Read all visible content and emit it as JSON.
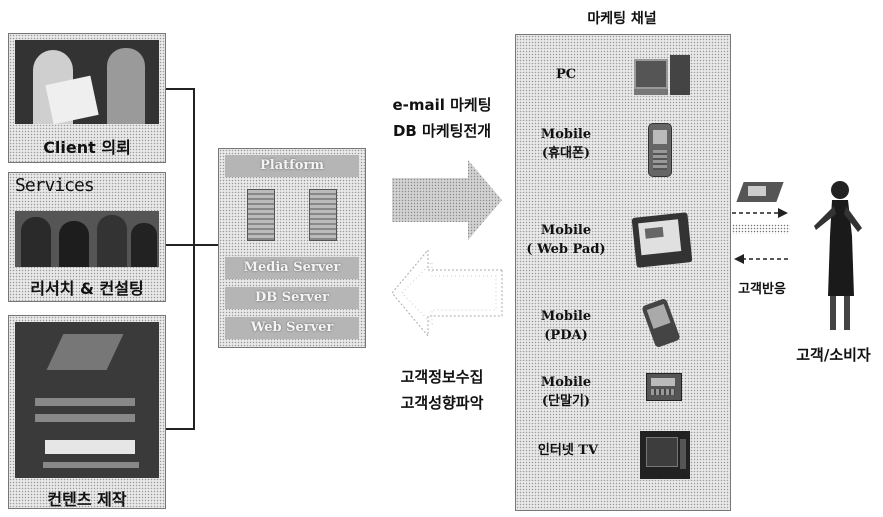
{
  "left": {
    "client_label": "Client 의뢰",
    "services_tag": "Services",
    "research_label": "리서치 & 컨설팅",
    "content_label": "컨텐츠 제작"
  },
  "server": {
    "top": "Platform",
    "bars": [
      "Media Server",
      "DB Server",
      "Web Server"
    ]
  },
  "middle": {
    "top_lines": [
      "e-mail 마케팅",
      "DB 마케팅전개"
    ],
    "bottom_lines": [
      "고객정보수집",
      "고객성향파악"
    ]
  },
  "channels": {
    "title": "마케팅 채널",
    "items": [
      {
        "line1": "PC",
        "line2": "",
        "icon": "pc-icon"
      },
      {
        "line1": "Mobile",
        "line2": "(휴대폰)",
        "icon": "mobile-phone-icon"
      },
      {
        "line1": "Mobile",
        "line2": "( Web Pad)",
        "icon": "web-pad-icon"
      },
      {
        "line1": "Mobile",
        "line2": "(PDA)",
        "icon": "pda-icon"
      },
      {
        "line1": "Mobile",
        "line2": "(단말기)",
        "icon": "terminal-icon"
      },
      {
        "line1": "인터넷 TV",
        "line2": "",
        "icon": "internet-tv-icon"
      }
    ]
  },
  "customer": {
    "response_label": "고객반응",
    "label": "고객/소비자"
  }
}
